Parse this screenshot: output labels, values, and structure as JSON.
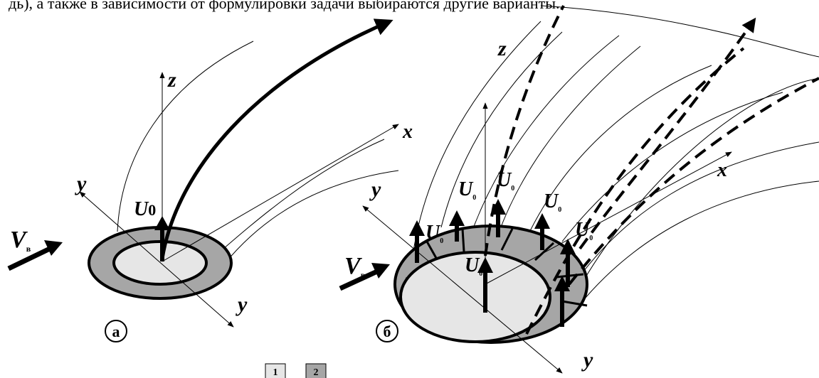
{
  "top_text": "дь), а также в зависимости от формулировки задачи выбираются другие варианты.",
  "colors": {
    "inner_zone": "#e6e6e6",
    "outer_zone": "#a6a6a6",
    "ink": "#000000"
  },
  "panel_a": {
    "caption": "а",
    "axis_z": "z",
    "axis_x": "x",
    "axis_y_left": "y",
    "axis_y_right": "y",
    "velocity_main": "U",
    "velocity_sub": "0",
    "wind_main": "V",
    "wind_sub": "в"
  },
  "panel_b": {
    "caption": "б",
    "axis_z": "z",
    "axis_x": "x",
    "axis_y_left": "y",
    "axis_y_bottom": "y",
    "velocity_main": "U",
    "velocity_sub": "0",
    "wind_main": "V",
    "wind_sub": "в"
  },
  "legend": [
    {
      "label": "1",
      "color": "#e6e6e6"
    },
    {
      "label": "2",
      "color": "#a6a6a6"
    }
  ]
}
